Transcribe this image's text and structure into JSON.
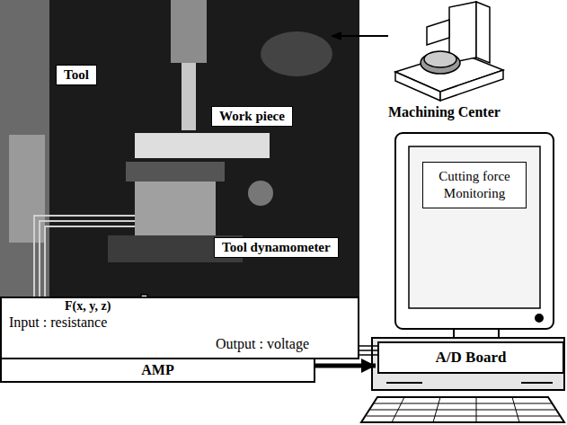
{
  "diagram": {
    "nodes": [
      {
        "text": [
          "Tool"
        ]
      },
      {
        "text": [
          "Work piece"
        ]
      },
      {
        "text": [
          "Tool dynamometer"
        ]
      },
      {
        "text": [
          "Machining Center"
        ]
      },
      {
        "text": [
          "Input : resistance",
          "Output : voltage"
        ]
      },
      {
        "text": [
          "AMP"
        ]
      },
      {
        "text": [
          "Cutting force Monitoring"
        ]
      },
      {
        "text": [
          "A/D Board"
        ]
      }
    ],
    "edges": [
      {
        "from": 4,
        "to": 7,
        "arrow": "none"
      },
      {
        "from": 5,
        "to": 7,
        "arrow": "to"
      }
    ],
    "labels": [
      "F(x, y, z)"
    ]
  }
}
